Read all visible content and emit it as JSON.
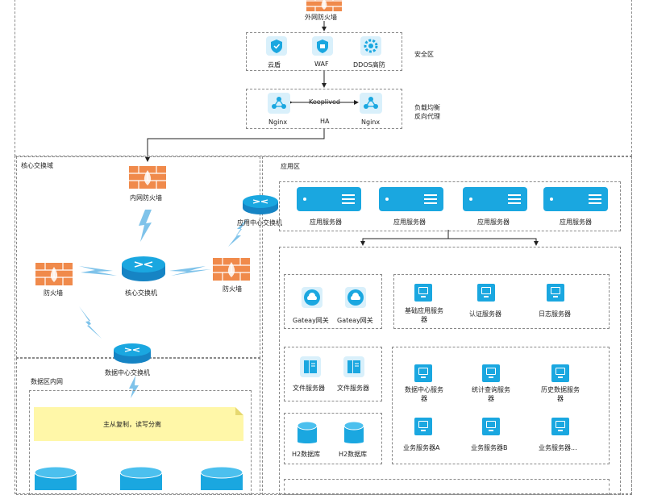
{
  "labels": {
    "outer_firewall": "外网防火墙",
    "security_zone": "安全区",
    "cloud_shield": "云盾",
    "waf": "WAF",
    "ddos": "DDOS高防",
    "lb_line1": "负载均衡",
    "lb_line2": "反向代理",
    "keepalived": "Keeplived",
    "ha": "HA",
    "nginx_left": "Nginx",
    "nginx_right": "Nginx",
    "core_switch_zone": "核心交换域",
    "inner_firewall": "内网防火墙",
    "app_dc_switch": "应用中心交换机",
    "firewall_left": "防火墙",
    "core_switch": "核心交换机",
    "firewall_right": "防火墙",
    "data_dc_switch": "数据中心交换机",
    "data_zone_intranet": "数据区内网",
    "note_text": "主从复制，读写分离",
    "app_zone": "应用区",
    "app_server_1": "应用服务器",
    "app_server_2": "应用服务器",
    "app_server_3": "应用服务器",
    "app_server_4": "应用服务器",
    "gateway_1": "Gateay网关",
    "gateway_2": "Gateay网关",
    "basic_app_server_l1": "基础应用服务",
    "basic_app_server_l2": "器",
    "auth_server": "认证服务器",
    "log_server": "日志服务器",
    "file_server_1": "文件服务器",
    "file_server_2": "文件服务器",
    "h2_db_1": "H2数据库",
    "h2_db_2": "H2数据库",
    "data_center_server_l1": "数据中心服务",
    "data_center_server_l2": "器",
    "stats_query_server_l1": "统计查询服务",
    "stats_query_server_l2": "器",
    "history_data_server_l1": "历史数据服务",
    "history_data_server_l2": "器",
    "biz_server_a": "业务服务器A",
    "biz_server_b": "业务服务器B",
    "biz_server_more": "业务服务器..."
  },
  "colors": {
    "brick": "#f08a4b",
    "blue": "#1aa7e0",
    "light_blue": "#d9f0fb",
    "note": "#fff7a8"
  }
}
